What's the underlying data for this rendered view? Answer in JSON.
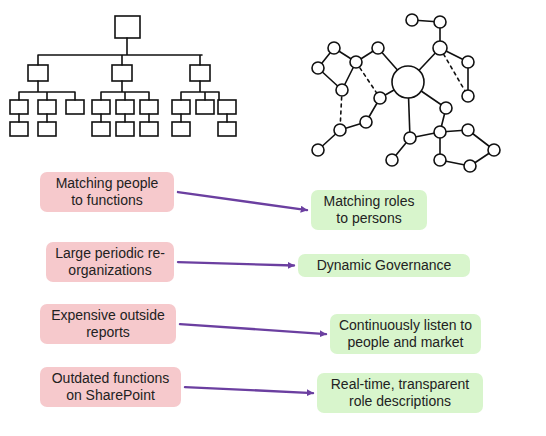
{
  "diagram": {
    "nodes": [
      {
        "text": [
          "Matching people to functions"
        ]
      },
      {
        "text": [
          "Matching roles to persons"
        ]
      },
      {
        "text": [
          "Large periodic re-organizations"
        ]
      },
      {
        "text": [
          "Dynamic Governance"
        ]
      },
      {
        "text": [
          "Expensive outside reports"
        ]
      },
      {
        "text": [
          "Continuously listen to people and market"
        ]
      },
      {
        "text": [
          "Outdated functions on SharePoint"
        ]
      },
      {
        "text": [
          "Real-time, transparent role descriptions"
        ]
      }
    ],
    "edges": [
      {
        "from": 0,
        "to": 1,
        "arrow": "to"
      },
      {
        "from": 2,
        "to": 3,
        "arrow": "to"
      },
      {
        "from": 4,
        "to": 5,
        "arrow": "to"
      },
      {
        "from": 6,
        "to": 7,
        "arrow": "to"
      }
    ]
  }
}
